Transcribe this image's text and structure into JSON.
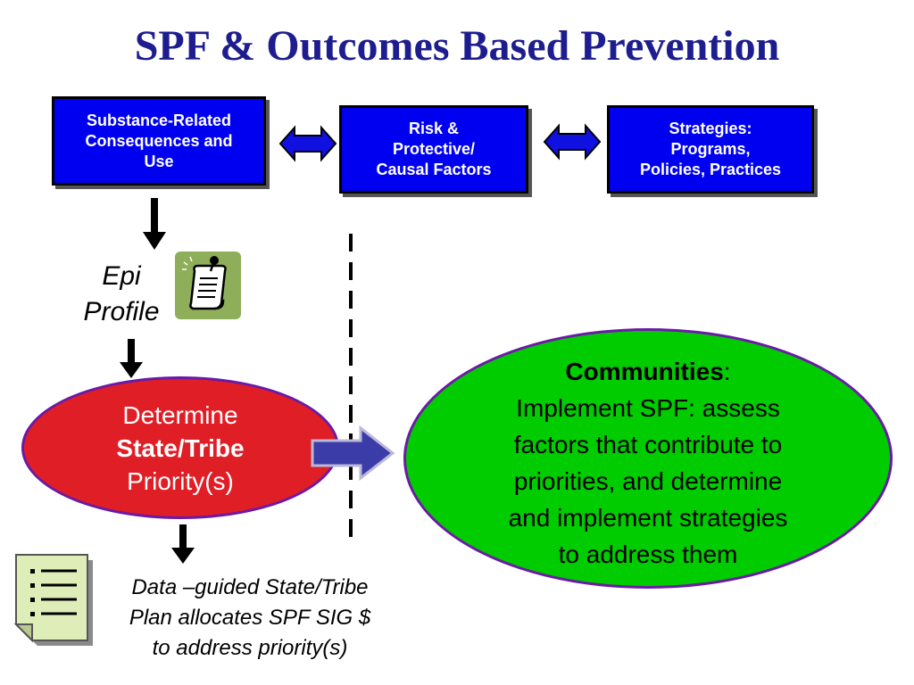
{
  "title": "SPF & Outcomes Based Prevention",
  "boxes": {
    "consequences": [
      "Substance-Related",
      "Consequences and",
      "Use"
    ],
    "risk": [
      "Risk &",
      "Protective/",
      "Causal Factors"
    ],
    "strategies": [
      "Strategies:",
      "Programs,",
      "Policies, Practices"
    ]
  },
  "epi_profile": [
    "Epi",
    "Profile"
  ],
  "determine": {
    "line1": "Determine",
    "line2": "State/Tribe",
    "line3": "Priority(s)"
  },
  "communities": {
    "heading": "Communities",
    "colon": ":",
    "lines": [
      "Implement SPF: assess",
      "factors that contribute to",
      "priorities, and determine",
      "and implement strategies",
      "to address them"
    ]
  },
  "plan": [
    "Data –guided State/Tribe",
    "Plan allocates SPF SIG $",
    "to address priority(s)"
  ],
  "icons": [
    "scroll-icon",
    "checklist-document-icon"
  ],
  "colors": {
    "title": "#1d1d8f",
    "box_fill": "#0000f0",
    "red_ellipse": "#e01e26",
    "green_ellipse": "#00cc00",
    "ellipse_border": "#6a1aa6",
    "block_arrow": "#3c3ca8"
  }
}
